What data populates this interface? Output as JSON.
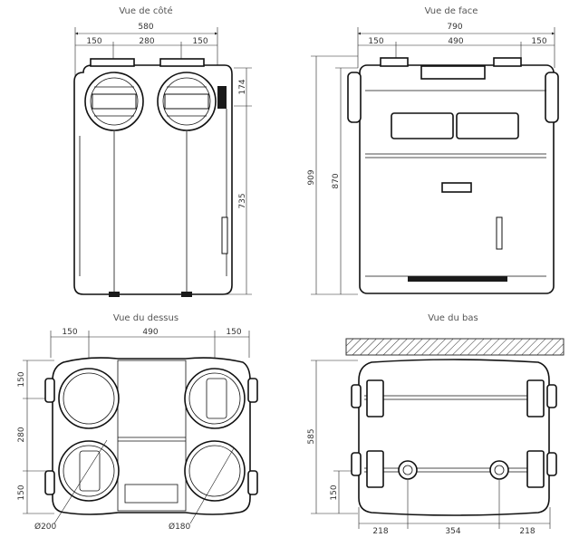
{
  "views": {
    "side": {
      "title": "Vue de côté",
      "width_total": "580",
      "width_parts": [
        "150",
        "280",
        "150"
      ],
      "height_top": "174",
      "height_main": "735"
    },
    "front": {
      "title": "Vue de face",
      "width_total": "790",
      "width_parts": [
        "150",
        "490",
        "150"
      ],
      "height_total": "909",
      "height_body": "870"
    },
    "top": {
      "title": "Vue  du dessus",
      "width_parts": [
        "150",
        "490",
        "150"
      ],
      "height_parts": [
        "150",
        "280",
        "150"
      ],
      "diam_left": "Ø200",
      "diam_right": "Ø180"
    },
    "bottom": {
      "title": "Vue  du bas",
      "height_total": "585",
      "height_small": "150",
      "width_parts": [
        "218",
        "354",
        "218"
      ]
    }
  }
}
